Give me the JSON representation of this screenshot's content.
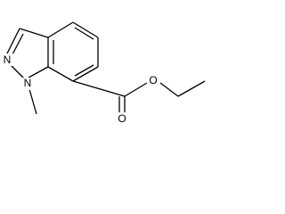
{
  "molecule": {
    "atoms": {
      "n2": "N",
      "n1": "N",
      "o_carbonyl": "O",
      "o_ester": "O"
    },
    "colors": {
      "bond": "#000000",
      "label": "#000000",
      "background": "#ffffff"
    }
  }
}
